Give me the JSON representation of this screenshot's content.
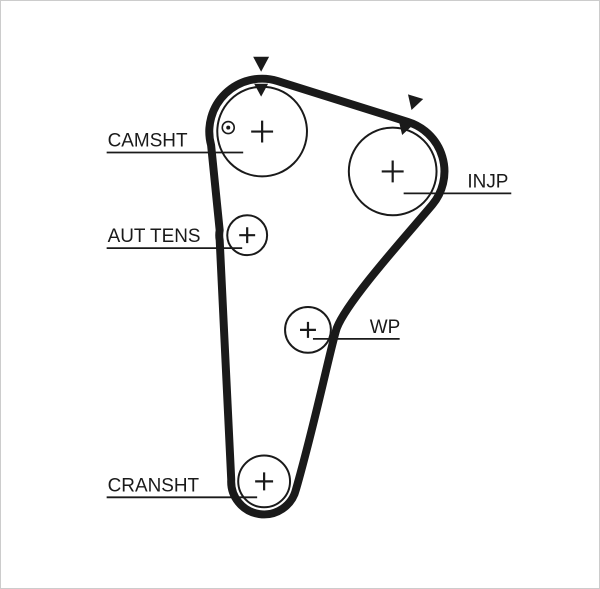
{
  "diagram_type": "timing-belt-routing-diagram",
  "labels": {
    "camshaft": "CAMSHT",
    "tensioner": "AUT TENS",
    "crankshaft": "CRANSHT",
    "injection_pump": "INJP",
    "water_pump": "WP"
  },
  "icons": {
    "direction_marks": "filled-triangle-down",
    "camshaft_timing_mark": "circled-dot",
    "pulley_center_marks": "plus-cross"
  },
  "colors": {
    "line": "#1a1a1a",
    "background": "#ffffff",
    "border": "#cccccc"
  }
}
